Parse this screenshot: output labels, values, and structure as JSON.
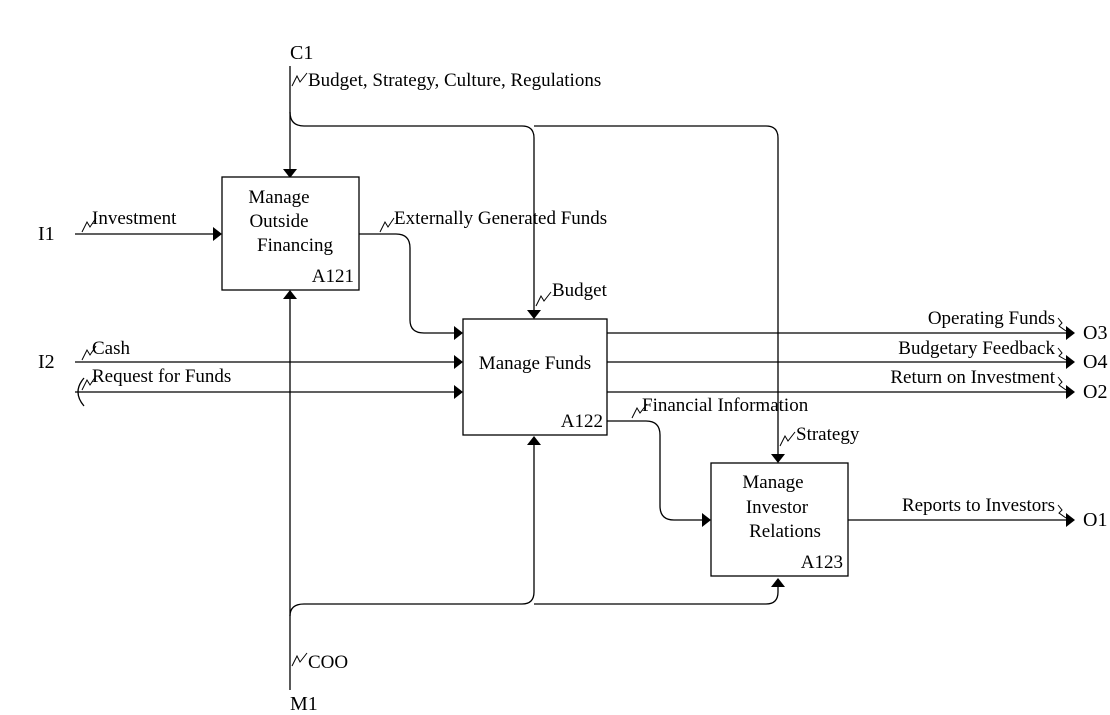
{
  "activities": {
    "a121": {
      "title_lines": [
        "Manage",
        "Outside",
        "Financing"
      ],
      "number": "A121"
    },
    "a122": {
      "title_lines": [
        "Manage Funds"
      ],
      "number": "A122"
    },
    "a123": {
      "title_lines": [
        "Manage",
        "Investor",
        "Relations"
      ],
      "number": "A123"
    }
  },
  "ports": {
    "c1": "C1",
    "i1": "I1",
    "i2": "I2",
    "m1": "M1",
    "o1": "O1",
    "o2": "O2",
    "o3": "O3",
    "o4": "O4"
  },
  "arrows": {
    "controls": "Budget, Strategy, Culture, Regulations",
    "investment": "Investment",
    "external_funds": "Externally Generated Funds",
    "budget": "Budget",
    "cash": "Cash",
    "request": "Request for Funds",
    "operating": "Operating Funds",
    "feedback": "Budgetary Feedback",
    "roi": "Return on Investment",
    "financial_info": "Financial Information",
    "strategy": "Strategy",
    "reports": "Reports to Investors",
    "coo": "COO"
  }
}
